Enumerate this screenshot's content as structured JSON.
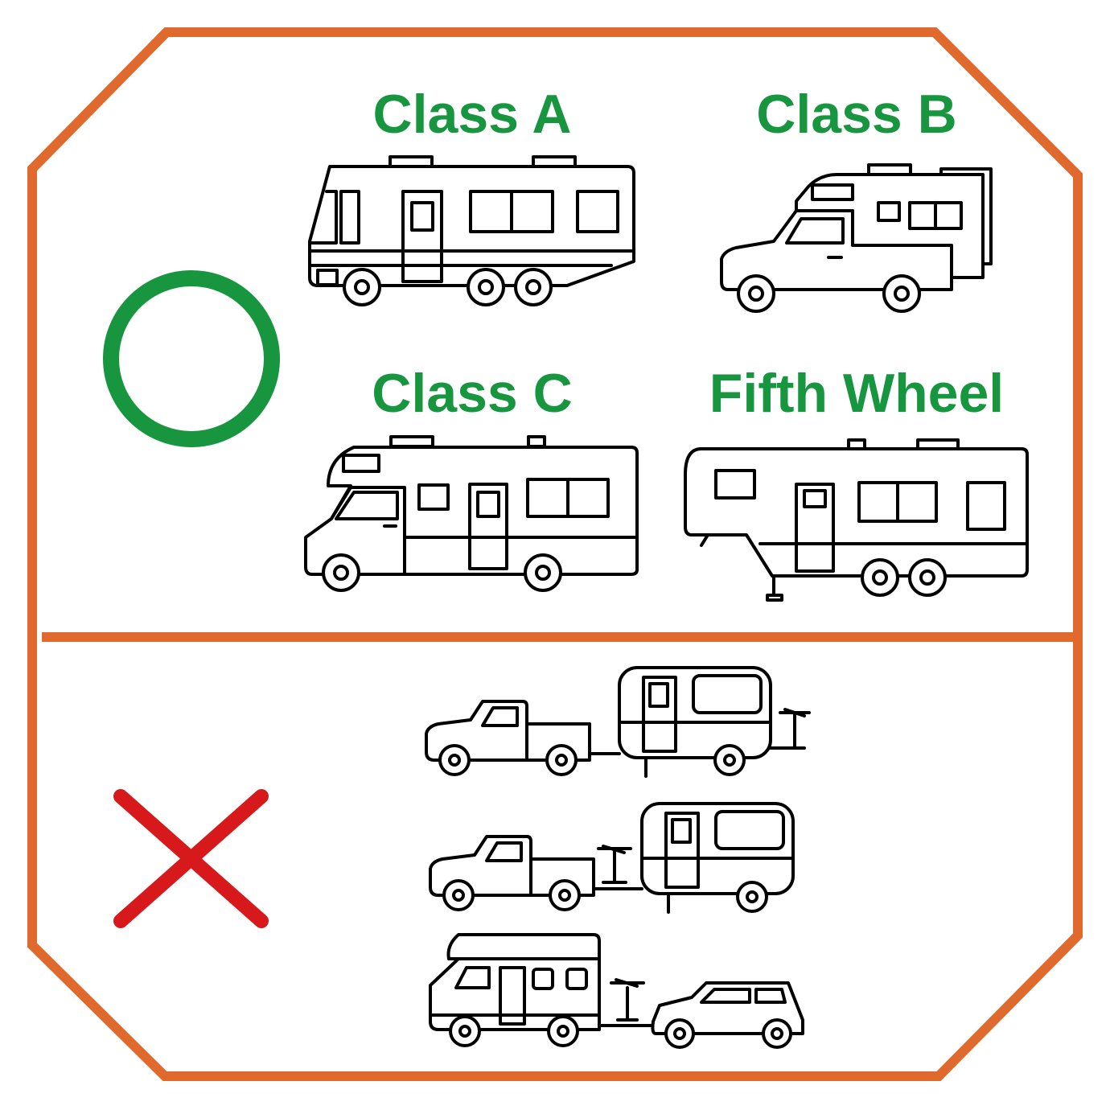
{
  "colors": {
    "border": "#E06A2E",
    "allowed": "#17963F",
    "forbidden": "#D7191C",
    "label": "#17963F"
  },
  "allowed": {
    "icon": "circle-icon",
    "labels": {
      "class_a": "Class A",
      "class_b": "Class B",
      "class_c": "Class C",
      "fifth_wheel": "Fifth Wheel"
    }
  },
  "forbidden": {
    "icon": "cross-icon",
    "items": [
      "pickup-towing-trailer-with-rear-bike-rack",
      "pickup-with-bike-rack-towing-trailer",
      "motorhome-with-bike-rack-towing-car"
    ]
  }
}
